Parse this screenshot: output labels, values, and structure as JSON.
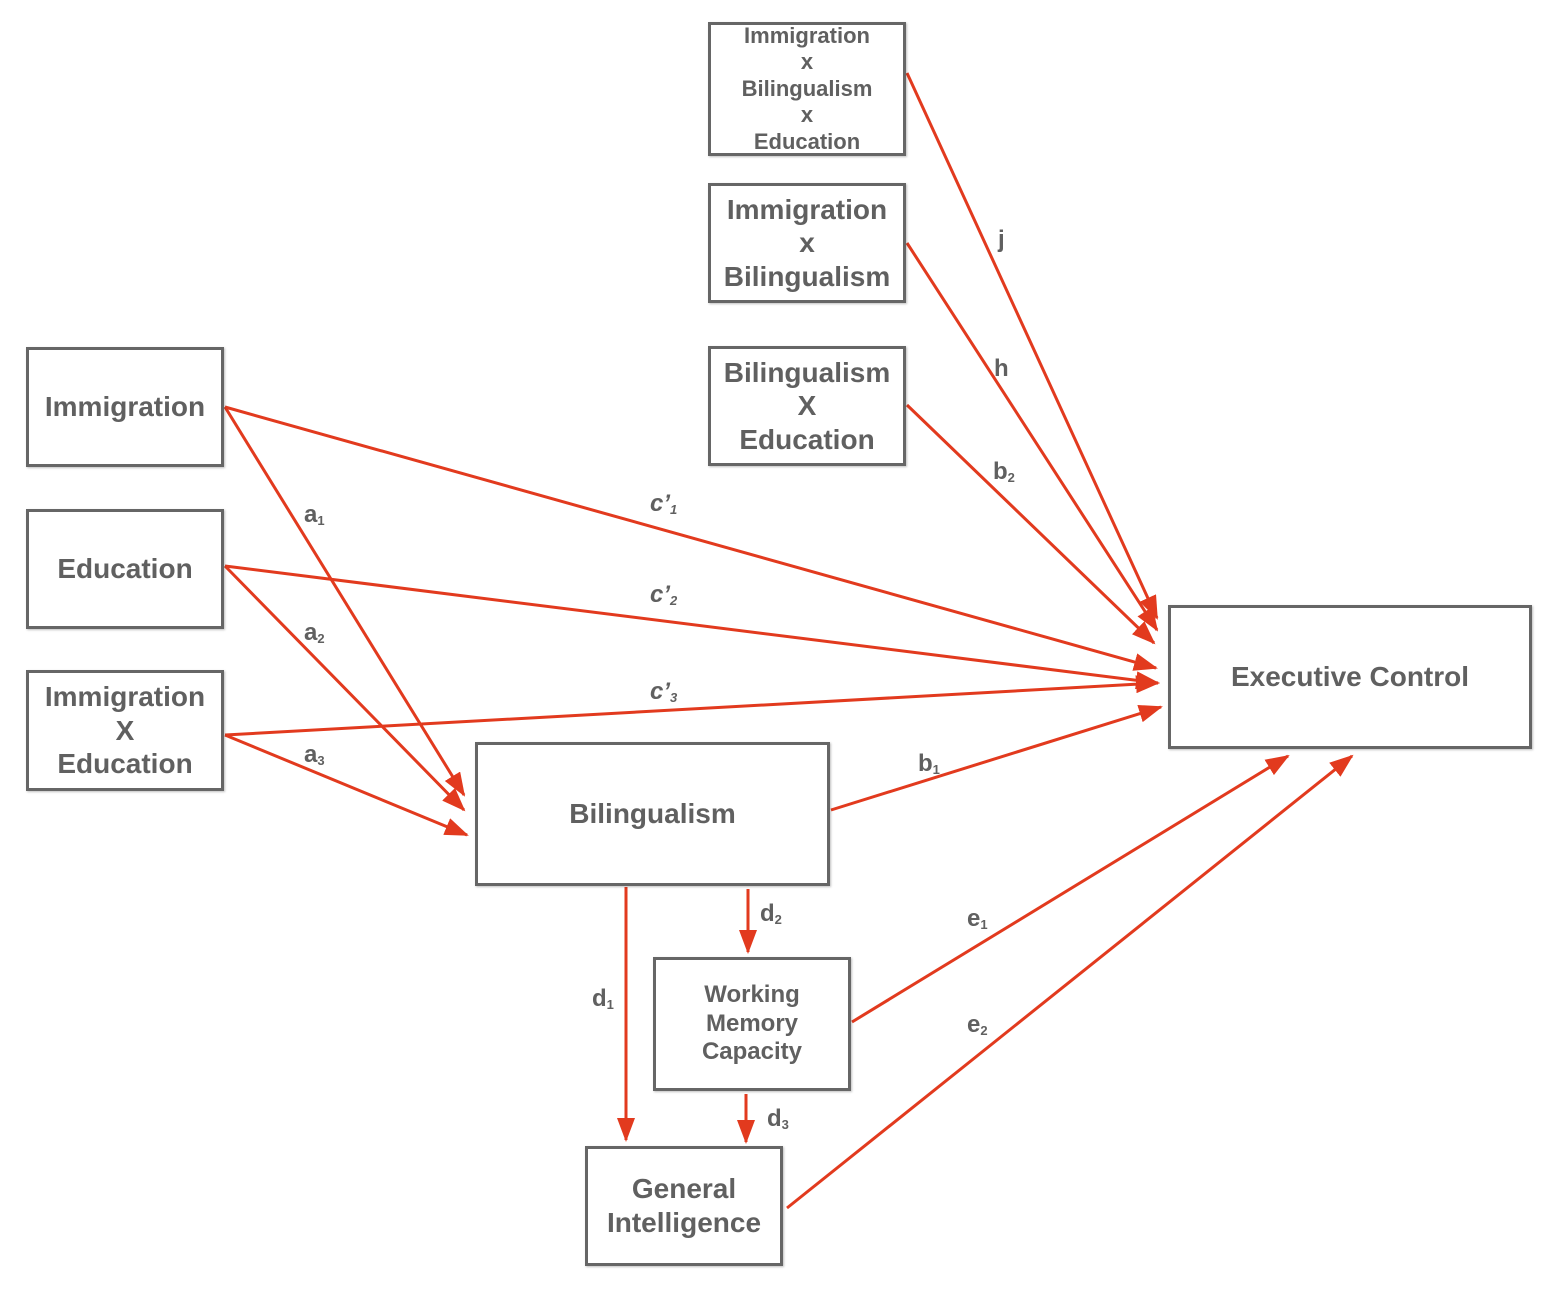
{
  "colors": {
    "arrow": "#E23A1E",
    "box_border": "#666666",
    "text": "#606060"
  },
  "nodes": {
    "imm_bil_edu": {
      "lines": [
        "Immigration",
        "x",
        "Bilingualism",
        "x",
        "Education"
      ]
    },
    "imm_bil": {
      "lines": [
        "Immigration",
        "x",
        "Bilingualism"
      ]
    },
    "bil_edu": {
      "lines": [
        "Bilingualism",
        "X",
        "Education"
      ]
    },
    "immigration": {
      "lines": [
        "Immigration"
      ]
    },
    "education": {
      "lines": [
        "Education"
      ]
    },
    "imm_edu": {
      "lines": [
        "Immigration",
        "X",
        "Education"
      ]
    },
    "bilingualism": {
      "lines": [
        "Bilingualism"
      ]
    },
    "executive_control": {
      "lines": [
        "Executive Control"
      ]
    },
    "wmc": {
      "lines": [
        "Working",
        "Memory",
        "Capacity"
      ]
    },
    "gi": {
      "lines": [
        "General",
        "Intelligence"
      ]
    }
  },
  "paths": [
    {
      "from": "imm_bil_edu",
      "to": "executive_control",
      "label": "j",
      "sub": ""
    },
    {
      "from": "imm_bil",
      "to": "executive_control",
      "label": "h",
      "sub": ""
    },
    {
      "from": "bil_edu",
      "to": "executive_control",
      "label": "b",
      "sub": "2"
    },
    {
      "from": "immigration",
      "to": "executive_control",
      "label": "c’",
      "sub": "1"
    },
    {
      "from": "education",
      "to": "executive_control",
      "label": "c’",
      "sub": "2"
    },
    {
      "from": "imm_edu",
      "to": "executive_control",
      "label": "c’",
      "sub": "3"
    },
    {
      "from": "immigration",
      "to": "bilingualism",
      "label": "a",
      "sub": "1"
    },
    {
      "from": "education",
      "to": "bilingualism",
      "label": "a",
      "sub": "2"
    },
    {
      "from": "imm_edu",
      "to": "bilingualism",
      "label": "a",
      "sub": "3"
    },
    {
      "from": "bilingualism",
      "to": "executive_control",
      "label": "b",
      "sub": "1"
    },
    {
      "from": "bilingualism",
      "to": "gi",
      "label": "d",
      "sub": "1"
    },
    {
      "from": "bilingualism",
      "to": "wmc",
      "label": "d",
      "sub": "2"
    },
    {
      "from": "wmc",
      "to": "gi",
      "label": "d",
      "sub": "3"
    },
    {
      "from": "wmc",
      "to": "executive_control",
      "label": "e",
      "sub": "1"
    },
    {
      "from": "gi",
      "to": "executive_control",
      "label": "e",
      "sub": "2"
    }
  ]
}
